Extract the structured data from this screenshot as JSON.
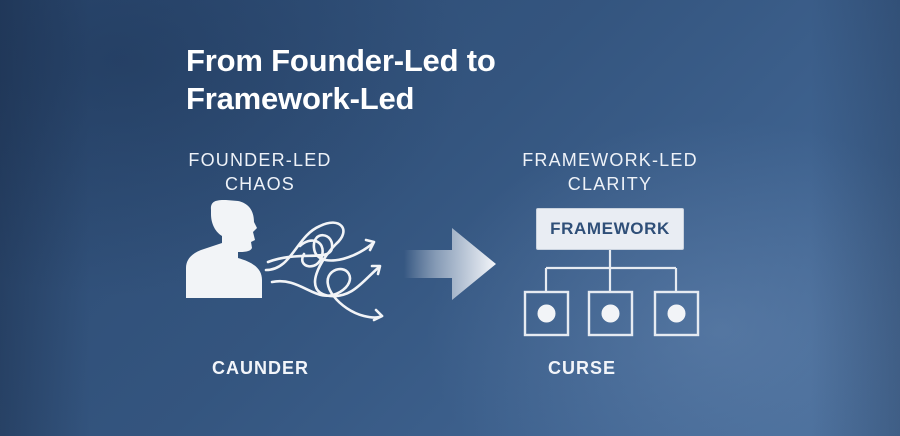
{
  "title": {
    "line1": "From Founder-Led to",
    "line2": "Framework-Led"
  },
  "left_column": {
    "label_line1": "FOUNDER-LED",
    "label_line2": "CHAOS",
    "bottom_label": "CAUNDER"
  },
  "right_column": {
    "label_line1": "FRAMEWORK-LED",
    "label_line2": "CLARITY",
    "framework_box": "FRAMEWORK",
    "bottom_label": "CURSE"
  },
  "colors": {
    "background": "#34557f",
    "icon_fill": "#f2f4f7",
    "box_text": "#2f4f78"
  },
  "icons": [
    "person-silhouette-icon",
    "tangled-arrows-icon",
    "right-arrow-icon",
    "org-node-icon"
  ]
}
